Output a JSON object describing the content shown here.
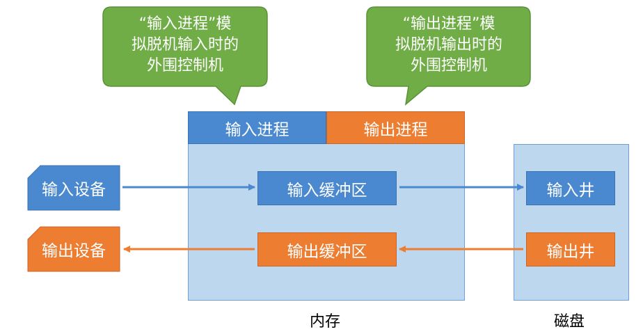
{
  "callouts": {
    "input": "“输入进程”模\n拟脱机输入时的\n外围控制机",
    "output": "“输出进程”模\n拟脱机输出时的\n外围控制机"
  },
  "memory": {
    "input_process": "输入进程",
    "output_process": "输出进程",
    "input_buffer": "输入缓冲区",
    "output_buffer": "输出缓冲区",
    "label": "内存"
  },
  "disk": {
    "input_well": "输入井",
    "output_well": "输出井",
    "label": "磁盘"
  },
  "devices": {
    "input": "输入设备",
    "output": "输出设备"
  },
  "colors": {
    "blue": "#4a89cf",
    "orange": "#ed7d31",
    "green": "#70ad47",
    "light_blue": "#bdd7ee"
  }
}
